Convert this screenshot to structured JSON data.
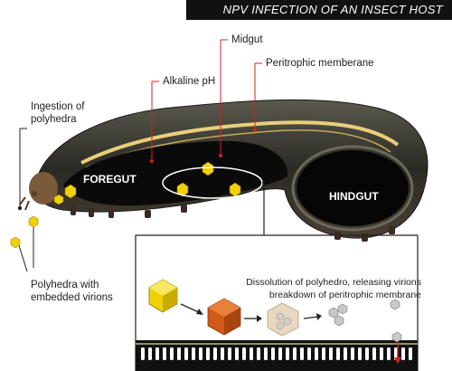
{
  "header": {
    "title": "NPV INFECTION OF AN INSECT HOST"
  },
  "labels": {
    "midgut": "Midgut",
    "peritrophic": "Peritrophic memberane",
    "alkaline": "Alkaline pH",
    "ingestion": "Ingestion of\npolyhedra",
    "foregut": "FOREGUT",
    "hindgut": "HINDGUT",
    "polyhedra": "Polyhedra with\nembedded virions",
    "dissolution": "Dissolution of polyhedro, releasing virions\nbreakdown of peritrophic membrane"
  },
  "colors": {
    "polyhedron": "#f0d000",
    "dissolving": "#d05a1a",
    "dissolved": "#ead7c0",
    "virion": "#b8b8b8",
    "pointer": "#d42020",
    "body": "#2b2b2b",
    "gut": "#0a0a0a",
    "stripe": "#e8cf7a"
  },
  "icons": {
    "polyhedron": "hexagon-crystal-icon",
    "virion": "virion-cluster-icon",
    "arrow": "arrow-right-icon"
  }
}
